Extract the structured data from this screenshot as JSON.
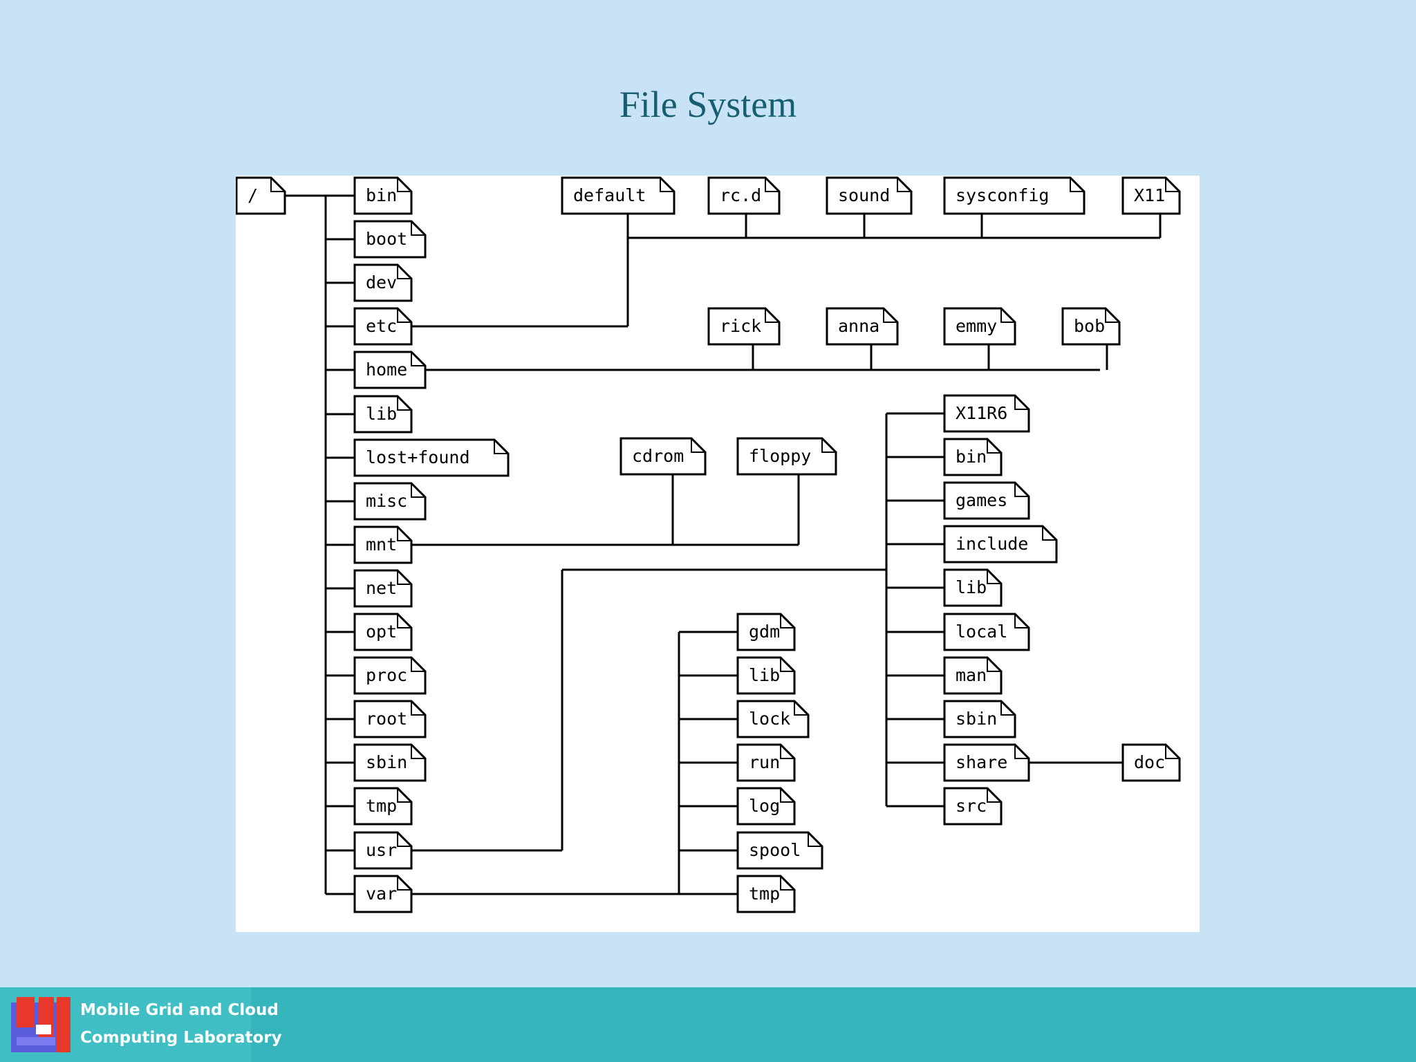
{
  "slide": {
    "title": "File System"
  },
  "tree": {
    "root": "/",
    "top_level": [
      "bin",
      "boot",
      "dev",
      "etc",
      "home",
      "lib",
      "lost+found",
      "misc",
      "mnt",
      "net",
      "opt",
      "proc",
      "root",
      "sbin",
      "tmp",
      "usr",
      "var"
    ],
    "etc_children": [
      "default",
      "rc.d",
      "sound",
      "sysconfig",
      "X11"
    ],
    "home_children": [
      "rick",
      "anna",
      "emmy",
      "bob"
    ],
    "mnt_children": [
      "cdrom",
      "floppy"
    ],
    "usr_children": [
      "X11R6",
      "bin",
      "games",
      "include",
      "lib",
      "local",
      "man",
      "sbin",
      "share",
      "src"
    ],
    "share_children": [
      "doc"
    ],
    "var_children": [
      "gdm",
      "lib",
      "lock",
      "run",
      "log",
      "spool",
      "tmp"
    ]
  },
  "footer": {
    "lab_line_1": "Mobile Grid and Cloud",
    "lab_line_2": "Computing Laboratory",
    "colors": {
      "band": "#36b4bc",
      "logo_red": "#e8372b",
      "logo_blue": "#5a5cdc"
    }
  }
}
